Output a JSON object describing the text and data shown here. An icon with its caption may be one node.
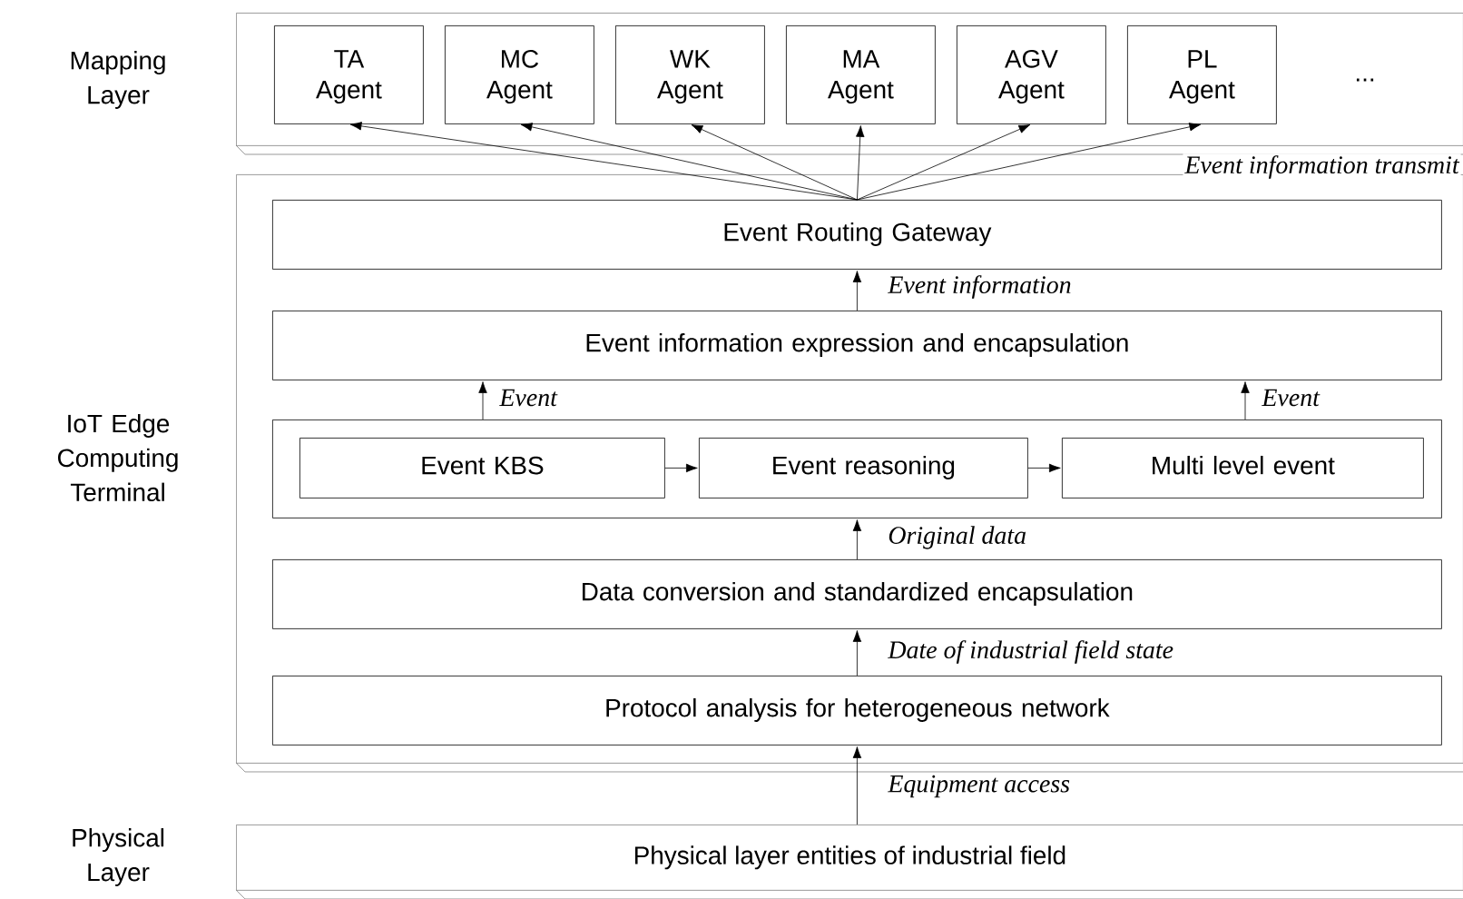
{
  "diagram": {
    "nodes": [
      {
        "text": [
          "Mapping Layer"
        ]
      },
      {
        "text": [
          "TA Agent"
        ],
        "in": 0
      },
      {
        "text": [
          "MC Agent"
        ],
        "in": 0
      },
      {
        "text": [
          "WK Agent"
        ],
        "in": 0
      },
      {
        "text": [
          "MA Agent"
        ],
        "in": 0
      },
      {
        "text": [
          "AGV Agent"
        ],
        "in": 0
      },
      {
        "text": [
          "PL Agent"
        ],
        "in": 0
      },
      {
        "text": [
          "IoT Edge Computing Terminal"
        ]
      },
      {
        "text": [
          "Event Routing Gateway"
        ],
        "in": 7
      },
      {
        "text": [
          "Event information expression and encapsulation"
        ],
        "in": 7
      },
      {
        "text": [],
        "shape": "box",
        "in": 7
      },
      {
        "text": [
          "Event KBS"
        ],
        "in": 10
      },
      {
        "text": [
          "Event reasoning"
        ],
        "in": 10
      },
      {
        "text": [
          "Multi level event"
        ],
        "in": 10
      },
      {
        "text": [
          "Data conversion and standardized encapsulation"
        ],
        "in": 7
      },
      {
        "text": [
          "Protocol analysis for heterogeneous network"
        ],
        "in": 7
      },
      {
        "text": [
          "Physical Layer",
          "Physical layer entities of industrial field"
        ]
      }
    ],
    "edges": [
      {
        "from": 8,
        "to": 1,
        "arrow": "to"
      },
      {
        "from": 8,
        "to": 2,
        "arrow": "to"
      },
      {
        "from": 8,
        "to": 3,
        "arrow": "to"
      },
      {
        "from": 8,
        "to": 4,
        "arrow": "to"
      },
      {
        "from": 8,
        "to": 5,
        "arrow": "to"
      },
      {
        "from": 8,
        "to": 6,
        "arrow": "to",
        "label": "Event information transmit"
      },
      {
        "from": 9,
        "to": 8,
        "arrow": "to",
        "label": "Event information"
      },
      {
        "from": 10,
        "to": 9,
        "arrow": "to",
        "label": "Event"
      },
      {
        "from": 10,
        "to": 9,
        "arrow": "to",
        "label": "Event"
      },
      {
        "from": 11,
        "to": 12,
        "arrow": "to"
      },
      {
        "from": 12,
        "to": 13,
        "arrow": "to"
      },
      {
        "from": 14,
        "to": 10,
        "arrow": "to",
        "label": "Original data"
      },
      {
        "from": 15,
        "to": 14,
        "arrow": "to",
        "label": "Date of industrial field state"
      },
      {
        "from": 16,
        "to": 15,
        "arrow": "to",
        "label": "Equipment access"
      }
    ],
    "labels": [
      "..."
    ]
  }
}
